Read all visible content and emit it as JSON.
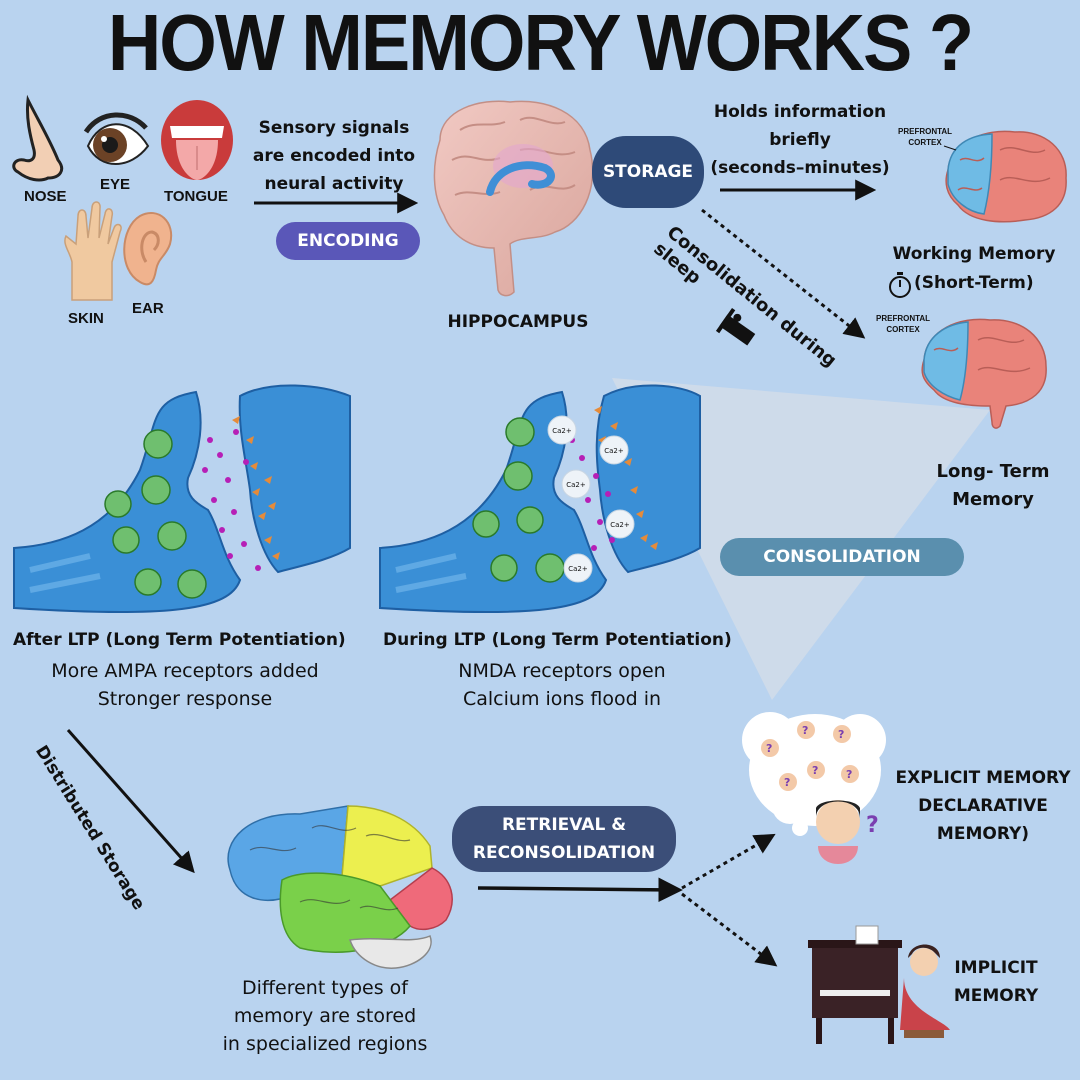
{
  "title": "HOW MEMORY WORKS ?",
  "senses": {
    "nose": "NOSE",
    "eye": "EYE",
    "tongue": "TONGUE",
    "skin": "SKIN",
    "ear": "EAR"
  },
  "encoding": {
    "caption_lines": [
      "Sensory signals",
      "are encoded into",
      "neural activity"
    ],
    "pill": "ENCODING"
  },
  "hippocampus": {
    "label": "HIPPOCAMPUS"
  },
  "storage": {
    "pill": "STORAGE",
    "caption_lines": [
      "Holds information",
      "briefly",
      "(seconds–minutes)"
    ]
  },
  "prefrontal_label_lines": [
    "PREFRONTAL",
    "CORTEX"
  ],
  "working_memory": {
    "line1": "Working Memory",
    "line2": "(Short-Term)"
  },
  "consolidation_sleep": "Consolidation during sleep",
  "long_term": {
    "line1": "Long- Term",
    "line2": "Memory"
  },
  "consolidation_pill": "CONSOLIDATION",
  "ca_label": "Ca2+",
  "after_ltp": {
    "title": "After LTP (Long Term Potentiation)",
    "line1": "More AMPA receptors added",
    "line2": "Stronger response"
  },
  "during_ltp": {
    "title": "During LTP (Long Term Potentiation)",
    "line1": "NMDA receptors open",
    "line2": "Calcium ions flood in"
  },
  "distributed_storage": "Distributed Storage",
  "regions_caption_lines": [
    "Different types of",
    "memory are stored",
    "in specialized regions"
  ],
  "retrieval_pill_lines": [
    "RETRIEVAL &",
    "RECONSOLIDATION"
  ],
  "explicit_lines": [
    "EXPLICIT MEMORY",
    "DECLARATIVE",
    "MEMORY)"
  ],
  "implicit_lines": [
    "IMPLICIT",
    "MEMORY"
  ],
  "colors": {
    "background": "#b9d3ef",
    "encoding_pill": "#5a57b8",
    "storage_pill": "#2e4a78",
    "consolidation_pill": "#5a8fae",
    "retrieval_pill": "#3b4e78",
    "synapse_blue": "#3a8fd6",
    "vesicle_purple": "#b61fb6",
    "receptor_orange": "#e58b3a"
  }
}
